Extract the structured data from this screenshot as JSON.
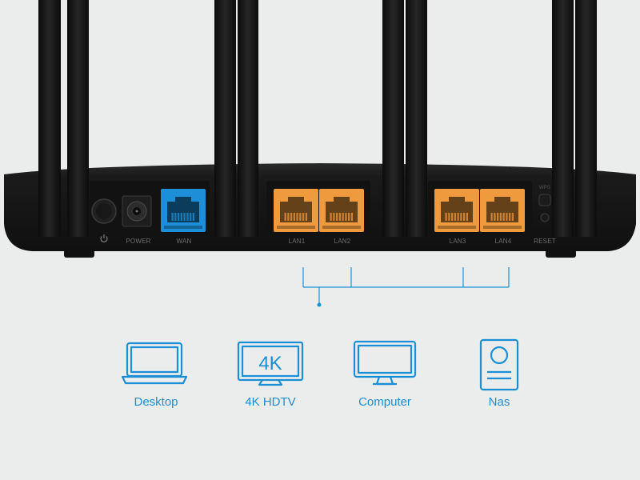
{
  "ports": {
    "power_label": "POWER",
    "wan_label": "WAN",
    "lan1_label": "LAN1",
    "lan2_label": "LAN2",
    "lan3_label": "LAN3",
    "lan4_label": "LAN4",
    "reset_label": "RESET",
    "wps_label": "WPS"
  },
  "devices": [
    {
      "label": "Desktop",
      "icon": "laptop-icon"
    },
    {
      "label": "4K HDTV",
      "icon": "tv-4k-icon",
      "icon_text": "4K"
    },
    {
      "label": "Computer",
      "icon": "monitor-icon"
    },
    {
      "label": "Nas",
      "icon": "nas-icon"
    }
  ],
  "colors": {
    "background": "#ebedec",
    "router_body": "#161616",
    "wan_port": "#1d8fd9",
    "lan_port": "#ef9a3c",
    "accent": "#1b8fd6"
  }
}
